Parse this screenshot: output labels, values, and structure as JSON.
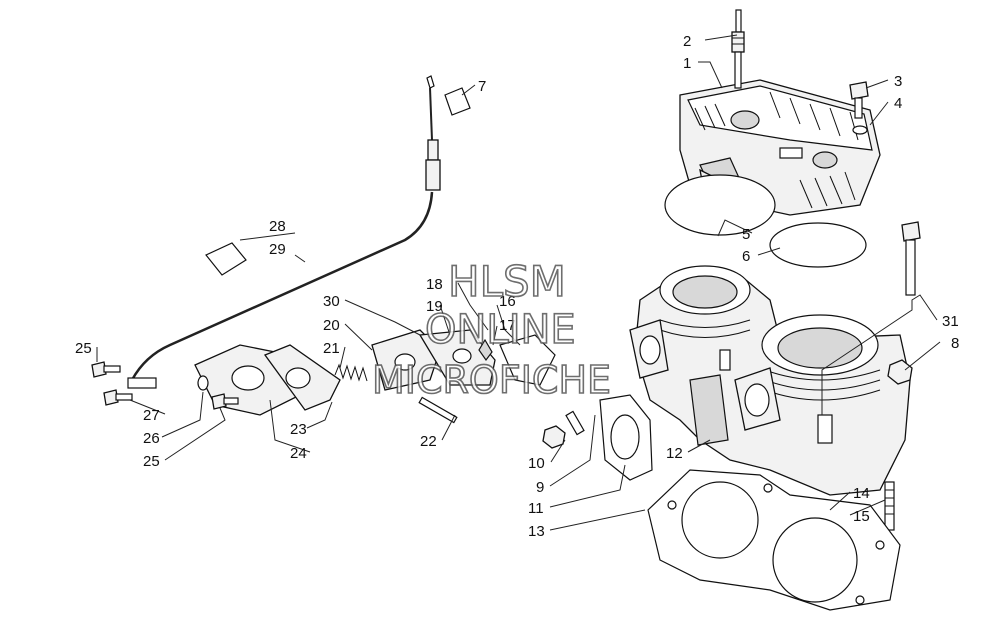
{
  "diagram": {
    "callouts": [
      {
        "id": "c1",
        "text": "1"
      },
      {
        "id": "c2",
        "text": "2"
      },
      {
        "id": "c3",
        "text": "3"
      },
      {
        "id": "c4",
        "text": "4"
      },
      {
        "id": "c5",
        "text": "5"
      },
      {
        "id": "c6",
        "text": "6"
      },
      {
        "id": "c7",
        "text": "7"
      },
      {
        "id": "c8",
        "text": "8"
      },
      {
        "id": "c9",
        "text": "9"
      },
      {
        "id": "c10",
        "text": "10"
      },
      {
        "id": "c11",
        "text": "11"
      },
      {
        "id": "c12",
        "text": "12"
      },
      {
        "id": "c13",
        "text": "13"
      },
      {
        "id": "c14",
        "text": "14"
      },
      {
        "id": "c15",
        "text": "15"
      },
      {
        "id": "c16",
        "text": "16"
      },
      {
        "id": "c17",
        "text": "17"
      },
      {
        "id": "c18",
        "text": "18"
      },
      {
        "id": "c19",
        "text": "19"
      },
      {
        "id": "c20",
        "text": "20"
      },
      {
        "id": "c21",
        "text": "21"
      },
      {
        "id": "c22",
        "text": "22"
      },
      {
        "id": "c23",
        "text": "23"
      },
      {
        "id": "c24",
        "text": "24"
      },
      {
        "id": "c25a",
        "text": "25"
      },
      {
        "id": "c25b",
        "text": "25"
      },
      {
        "id": "c26",
        "text": "26"
      },
      {
        "id": "c27",
        "text": "27"
      },
      {
        "id": "c28",
        "text": "28"
      },
      {
        "id": "c29",
        "text": "29"
      },
      {
        "id": "c30",
        "text": "30"
      },
      {
        "id": "c31",
        "text": "31"
      }
    ]
  },
  "watermark": {
    "line1": "HLSM",
    "line2": "ONLINE",
    "line3": "MICROFICHE"
  }
}
